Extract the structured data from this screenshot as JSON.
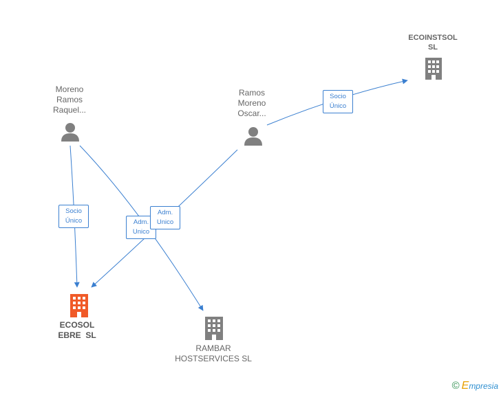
{
  "nodes": {
    "person1": {
      "lines": [
        "Moreno",
        "Ramos",
        "Raquel..."
      ]
    },
    "person2": {
      "lines": [
        "Ramos",
        "Moreno",
        "Oscar..."
      ]
    },
    "company_ecoinstsol": {
      "lines": [
        "ECOINSTSOL",
        "SL"
      ]
    },
    "company_ecosol": {
      "lines": [
        "ECOSOL",
        "EBRE  SL"
      ]
    },
    "company_rambar": {
      "lines": [
        "RAMBAR",
        "HOSTSERVICES SL"
      ]
    }
  },
  "edges": {
    "e1": {
      "lines": [
        "Socio",
        "Único"
      ]
    },
    "e2": {
      "lines": [
        "Adm.",
        "Unico"
      ]
    },
    "e3": {
      "lines": [
        "Adm.",
        "Unico"
      ]
    },
    "e4": {
      "lines": [
        "Socio",
        "Único"
      ]
    }
  },
  "colors": {
    "edge": "#3a7fd0",
    "person_icon": "#808080",
    "company_icon": "#808080",
    "company_main_icon": "#f05a28"
  },
  "footer": {
    "copyright": "©",
    "brand_initial": "E",
    "brand_rest": "mpresia"
  }
}
